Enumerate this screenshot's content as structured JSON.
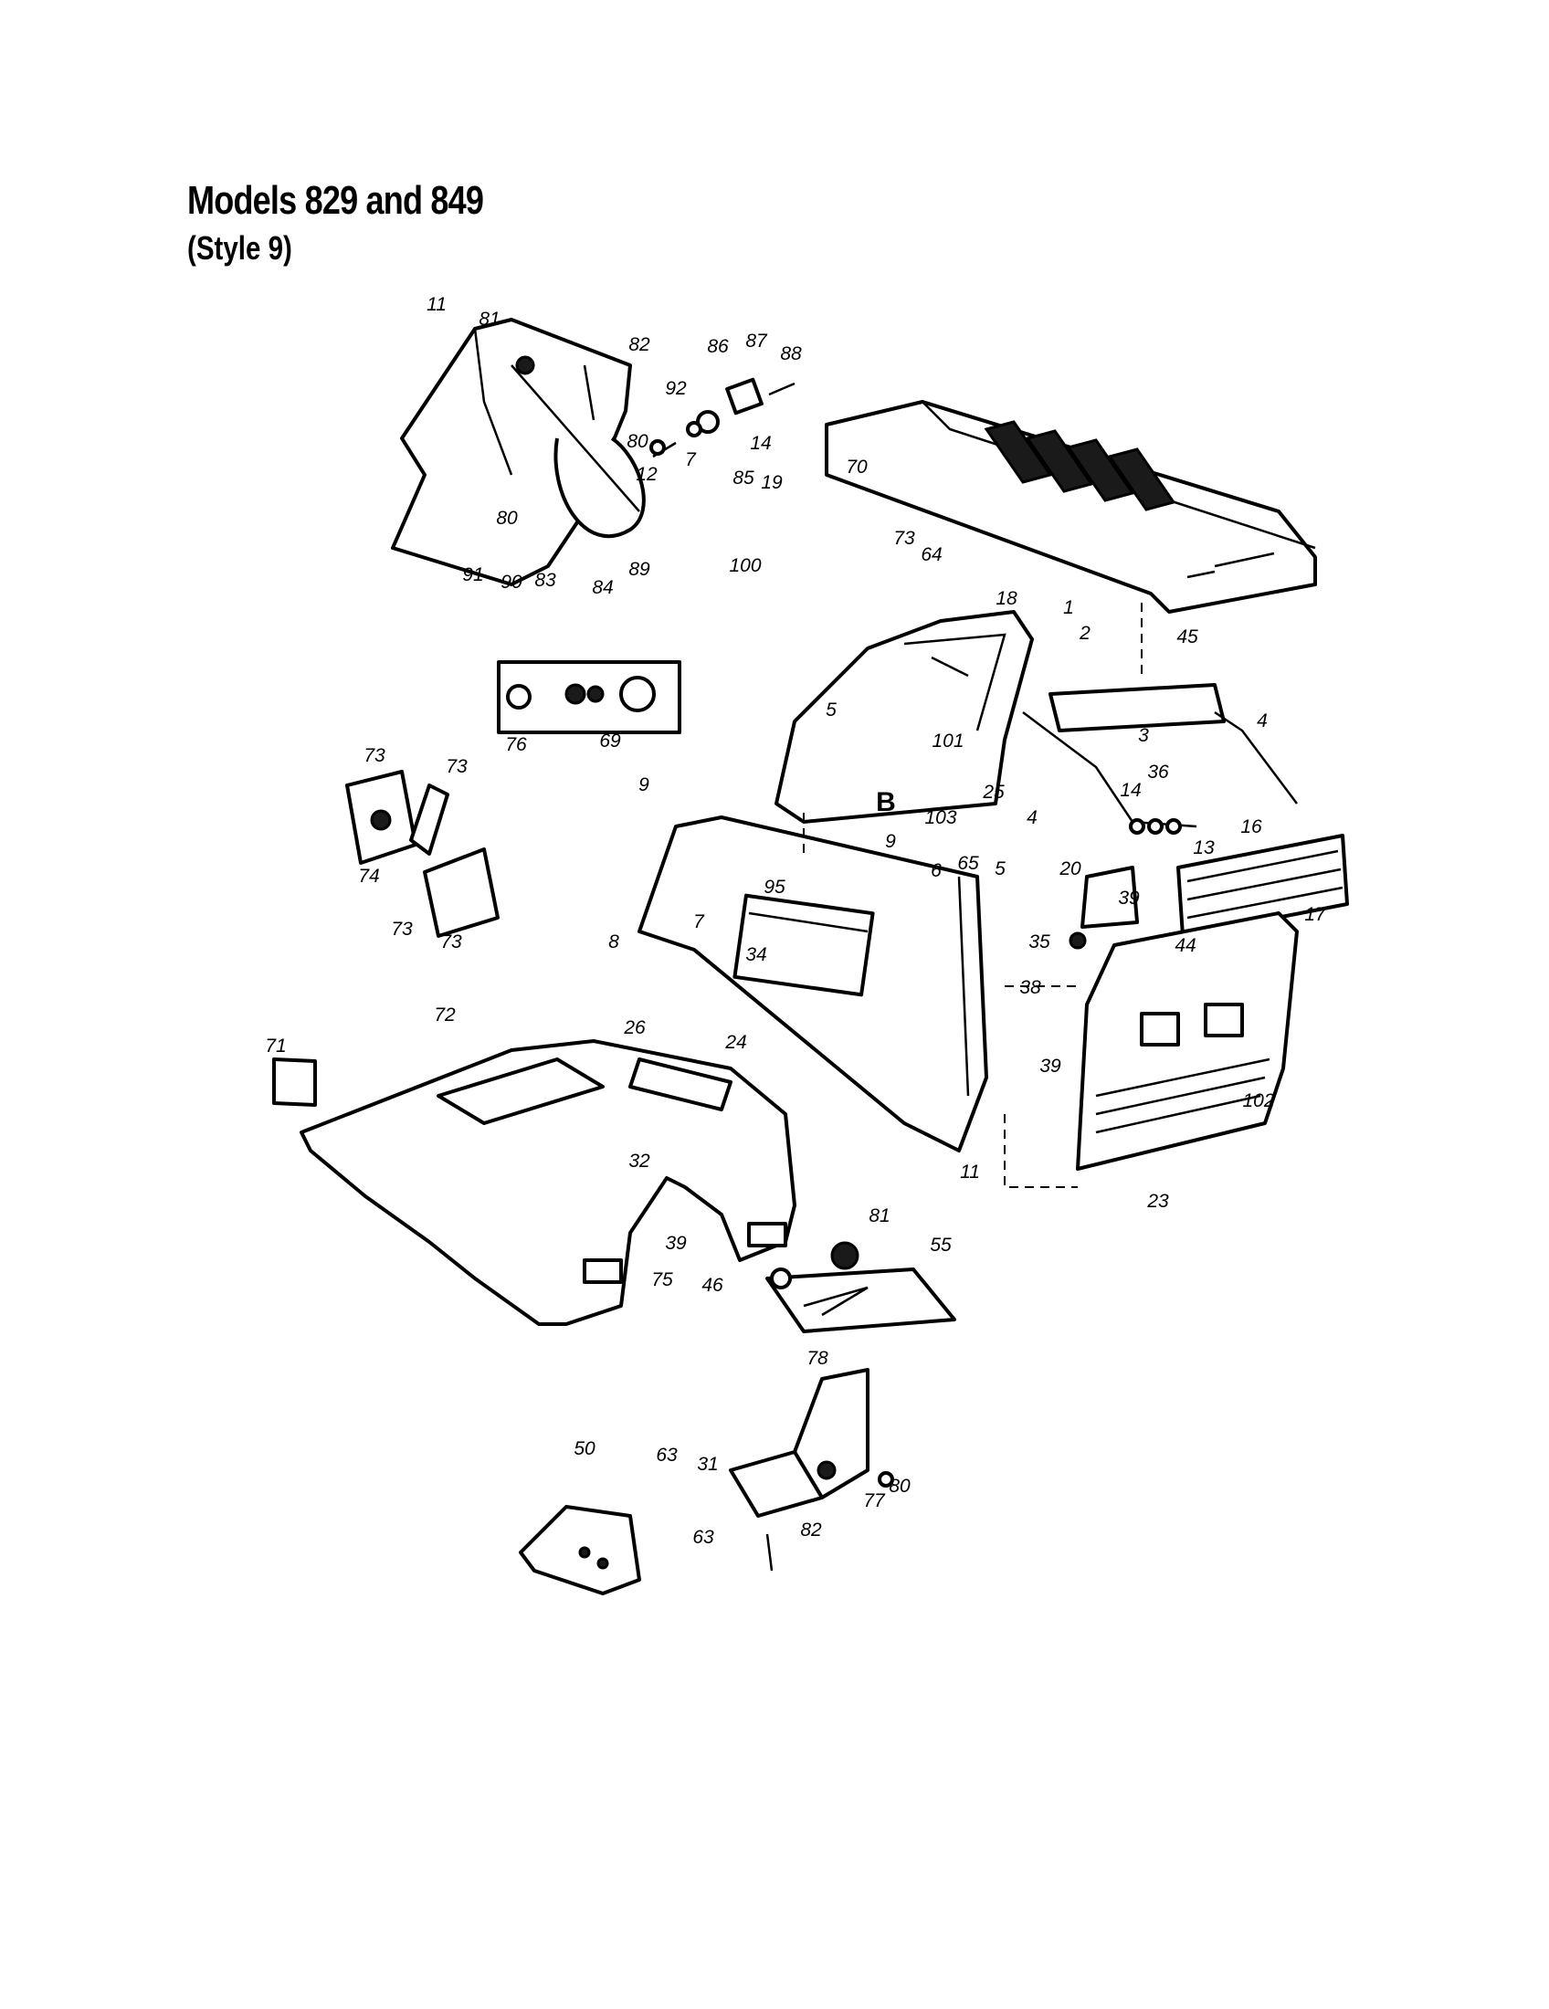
{
  "header": {
    "title": "Models 829 and 849",
    "subtitle": "(Style 9)"
  },
  "callouts": {
    "c1": "1",
    "c2": "2",
    "c3": "3",
    "c4a": "4",
    "c4b": "4",
    "c5a": "5",
    "c5b": "5",
    "c6": "6",
    "c7a": "7",
    "c7b": "7",
    "c8": "8",
    "c9a": "9",
    "c9b": "9",
    "c11a": "11",
    "c11b": "11",
    "c12": "12",
    "c13": "13",
    "c14a": "14",
    "c14b": "14",
    "c16": "16",
    "c17": "17",
    "c18": "18",
    "c19": "19",
    "c20": "20",
    "c23": "23",
    "c24": "24",
    "c25": "25",
    "c26": "26",
    "c31": "31",
    "c32": "32",
    "c34": "34",
    "c35": "35",
    "c36": "36",
    "c38": "38",
    "c39a": "39",
    "c39b": "39",
    "c39c": "39",
    "c44": "44",
    "c45": "45",
    "c46": "46",
    "c50": "50",
    "c55": "55",
    "c63a": "63",
    "c63b": "63",
    "c64": "64",
    "c65": "65",
    "c69": "69",
    "c70": "70",
    "c71": "71",
    "c72": "72",
    "c73a": "73",
    "c73b": "73",
    "c73c": "73",
    "c73d": "73",
    "c73e": "73",
    "c74": "74",
    "c75": "75",
    "c76": "76",
    "c77": "77",
    "c78": "78",
    "c80a": "80",
    "c80b": "80",
    "c80c": "80",
    "c81a": "81",
    "c81b": "81",
    "c82a": "82",
    "c82b": "82",
    "c83": "83",
    "c84": "84",
    "c85": "85",
    "c86": "86",
    "c87": "87",
    "c88": "88",
    "c89": "89",
    "c90": "90",
    "c91": "91",
    "c92": "92",
    "c95": "95",
    "c100": "100",
    "c101": "101",
    "c102": "102",
    "c103": "103"
  },
  "markers": {
    "detail_b": "B"
  }
}
